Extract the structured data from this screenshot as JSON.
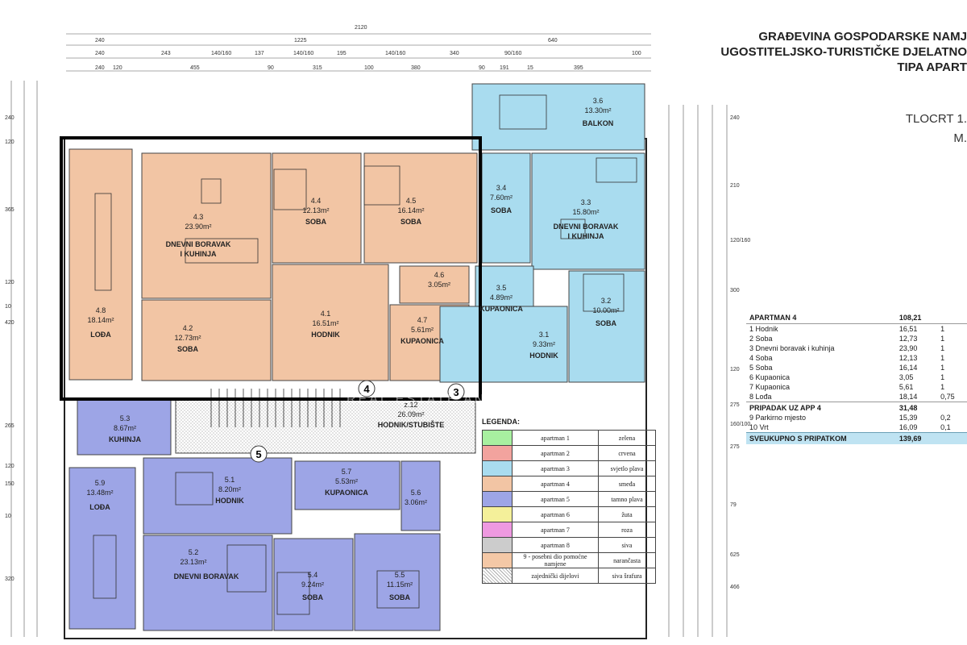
{
  "title": {
    "line1": "GRAĐEVINA GOSPODARSKE NAMJ",
    "line2": "UGOSTITELJSKO-TURISTIČKE DJELATNO",
    "line3": "TIPA APART"
  },
  "plan_caption": {
    "line1": "TLOCRT 1.",
    "line2": "M."
  },
  "dimensions": {
    "overall": "2120",
    "row1": [
      "240",
      "1225",
      "640"
    ],
    "row2": [
      "240",
      "243",
      "140/160",
      "137",
      "140/160",
      "195",
      "140/160",
      "340",
      "90/160",
      "100"
    ],
    "row3": [
      "240",
      "120",
      "455",
      "90",
      "315",
      "100",
      "380",
      "90",
      "191",
      "15",
      "395"
    ],
    "left": [
      "240",
      "120",
      "365",
      "120",
      "10",
      "420",
      "265",
      "120",
      "150",
      "10",
      "320"
    ],
    "right": [
      "240",
      "210",
      "120/160",
      "300",
      "120",
      "275",
      "160/100",
      "275",
      "79",
      "625",
      "466"
    ]
  },
  "markers": [
    "4",
    "3",
    "5"
  ],
  "rooms": {
    "r48": {
      "num": "4.8",
      "area": "18.14m²",
      "name": "LOĐA"
    },
    "r43": {
      "num": "4.3",
      "area": "23.90m²",
      "name1": "DNEVNI BORAVAK",
      "name2": "I KUHINJA"
    },
    "r44": {
      "num": "4.4",
      "area": "12.13m²",
      "name": "SOBA"
    },
    "r45": {
      "num": "4.5",
      "area": "16.14m²",
      "name": "SOBA"
    },
    "r46": {
      "num": "4.6",
      "area": "3.05m²"
    },
    "r47": {
      "num": "4.7",
      "area": "5.61m²",
      "name": "KUPAONICA"
    },
    "r41": {
      "num": "4.1",
      "area": "16.51m²",
      "name": "HODNIK"
    },
    "r42": {
      "num": "4.2",
      "area": "12.73m²",
      "name": "SOBA"
    },
    "r36": {
      "num": "3.6",
      "area": "13.30m²",
      "name": "BALKON"
    },
    "r34": {
      "num": "3.4",
      "area": "7.60m²",
      "name": "SOBA"
    },
    "r33": {
      "num": "3.3",
      "area": "15.80m²",
      "name1": "DNEVNI BORAVAK",
      "name2": "I KUHINJA"
    },
    "r35": {
      "num": "3.5",
      "area": "4.89m²",
      "name": "KUPAONICA"
    },
    "r32": {
      "num": "3.2",
      "area": "10.00m²",
      "name": "SOBA"
    },
    "r31": {
      "num": "3.1",
      "area": "9.33m²",
      "name": "HODNIK"
    },
    "z12": {
      "num": "z.12",
      "area": "26.09m²",
      "name": "HODNIK/STUBIŠTE"
    },
    "r53": {
      "num": "5.3",
      "area": "8.67m²",
      "name": "KUHINJA"
    },
    "r59": {
      "num": "5.9",
      "area": "13.48m²",
      "name": "LOĐA"
    },
    "r51": {
      "num": "5.1",
      "area": "8.20m²",
      "name": "HODNIK"
    },
    "r57": {
      "num": "5.7",
      "area": "5.53m²",
      "name": "KUPAONICA"
    },
    "r56": {
      "num": "5.6",
      "area": "3.06m²"
    },
    "r52": {
      "num": "5.2",
      "area": "23.13m²",
      "name": "DNEVNI BORAVAK"
    },
    "r54": {
      "num": "5.4",
      "area": "9.24m²",
      "name": "SOBA"
    },
    "r55": {
      "num": "5.5",
      "area": "11.15m²",
      "name": "SOBA"
    }
  },
  "watermark": "REAL ESTATE AND C",
  "colors": {
    "apt3": "#a9dcef",
    "apt4": "#f2c5a4",
    "apt5": "#9da5e6",
    "common": "#eeeeee",
    "highlight": "#000000"
  },
  "apartment_table": {
    "header": {
      "name": "APARTMAN 4",
      "value": "108,21"
    },
    "rows": [
      {
        "name": "1 Hodnik",
        "area": "16,51",
        "coef": "1"
      },
      {
        "name": "2 Soba",
        "area": "12,73",
        "coef": "1"
      },
      {
        "name": "3 Dnevni boravak i kuhinja",
        "area": "23,90",
        "coef": "1"
      },
      {
        "name": "4 Soba",
        "area": "12,13",
        "coef": "1"
      },
      {
        "name": "5 Soba",
        "area": "16,14",
        "coef": "1"
      },
      {
        "name": "6 Kupaonica",
        "area": "3,05",
        "coef": "1"
      },
      {
        "name": "7 Kupaonica",
        "area": "5,61",
        "coef": "1"
      },
      {
        "name": "8 Lođa",
        "area": "18,14",
        "coef": "0,75"
      }
    ],
    "subheader": {
      "name": "PRIPADAK UZ APP 4",
      "value": "31,48"
    },
    "extra_rows": [
      {
        "name": "9 Parkirno mjesto",
        "area": "15,39",
        "coef": "0,2"
      },
      {
        "name": "10 Vrt",
        "area": "16,09",
        "coef": "0,1"
      }
    ],
    "total": {
      "name": "SVEUKUPNO S PRIPATKOM",
      "value": "139,69"
    }
  },
  "legend": {
    "title": "LEGENDA:",
    "items": [
      {
        "name": "apartman  1",
        "color_name": "zelena",
        "color": "#a8f0a0"
      },
      {
        "name": "apartman  2",
        "color_name": "crvena",
        "color": "#f2a39e"
      },
      {
        "name": "apartman  3",
        "color_name": "svjetlo plava",
        "color": "#a9dcef"
      },
      {
        "name": "apartman  4",
        "color_name": "smeđa",
        "color": "#f2c5a4"
      },
      {
        "name": "apartman  5",
        "color_name": "tamno plava",
        "color": "#9da5e6"
      },
      {
        "name": "apartman  6",
        "color_name": "žuta",
        "color": "#f4f09a"
      },
      {
        "name": "apartman  7",
        "color_name": "roza",
        "color": "#ee99e0"
      },
      {
        "name": "apartman  8",
        "color_name": "siva",
        "color": "#cccccc"
      },
      {
        "name": "9 - posebni dio pomoćne namjene",
        "color_name": "narančasta",
        "color": "#f4c8a6"
      }
    ],
    "shared": {
      "name": "zajednički dijelovi",
      "color_name": "siva šrafura"
    }
  }
}
